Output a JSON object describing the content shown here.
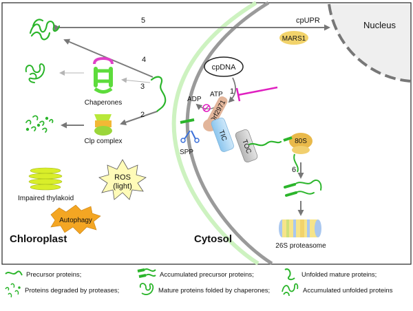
{
  "compartments": {
    "chloroplast": "Chloroplast",
    "cytosol": "Cytosol",
    "nucleus": "Nucleus"
  },
  "labels": {
    "cpupr": "cpUPR",
    "mars1": "MARS1",
    "cpdna": "cpDNA",
    "adp": "ADP",
    "atp": "ATP",
    "orf2971": "Orf2971",
    "tic": "TIC",
    "toc": "TOC",
    "spp": "SPP",
    "chaperones": "Chaperones",
    "clp_complex": "Clp complex",
    "impaired_thylakoid": "Impaired thylakoid",
    "ros_line1": "ROS",
    "ros_line2": "(light)",
    "autophagy": "Autophagy",
    "ribosome": "80S",
    "proteasome": "26S proteasome"
  },
  "steps": {
    "s1": "1",
    "s2": "2",
    "s3": "3",
    "s4": "4",
    "s5": "5",
    "s6": "6"
  },
  "legend": {
    "precursor": "Precursor proteins;",
    "accumulated_precursor": "Accumulated precursor proteins;",
    "unfolded_mature": "Unfolded mature proteins;",
    "degraded": "Proteins degraded by proteases;",
    "folded": "Mature proteins folded by chaperones;",
    "accumulated_unfolded": "Accumulated unfolded proteins"
  },
  "colors": {
    "protein_green": "#2bb52b",
    "chaperone_green": "#5ddc3c",
    "chaperone_magenta": "#e040c8",
    "inhibit_magenta": "#e020c0",
    "mars1_yellow": "#f2d36b",
    "arrow_gray": "#7a7a7a",
    "envelope_gray": "#999999",
    "inner_membrane_green": "#cdf2c0",
    "nucleus_gray": "#eeeeee",
    "autophagy_orange": "#f4a623",
    "ros_yellow": "#fffbb8",
    "thylakoid_yellow": "#d9ee2a",
    "tic_blue": "#a8d4f2",
    "toc_gray": "#c9c9c9",
    "orf_brown": "#e2b59a",
    "ribosome_gold": "#e9b94a",
    "proteasome_yellow": "#f6e48a",
    "proteasome_blue": "#a9c7ef",
    "spp_blue": "#3a6fd8"
  }
}
